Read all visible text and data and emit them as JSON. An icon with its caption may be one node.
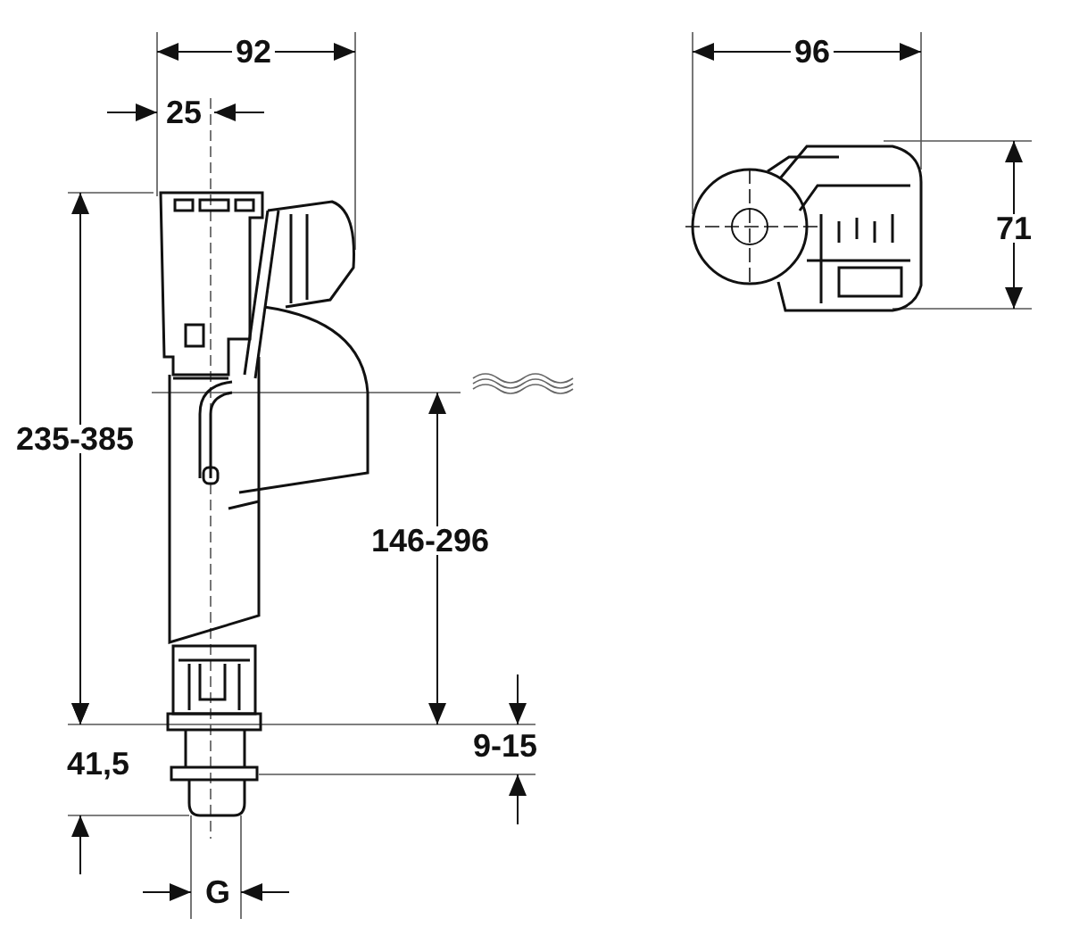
{
  "diagram": {
    "labels": [
      "92",
      "25",
      "96",
      "71",
      "235-385",
      "146-296",
      "41,5",
      "9-15",
      "G"
    ]
  }
}
